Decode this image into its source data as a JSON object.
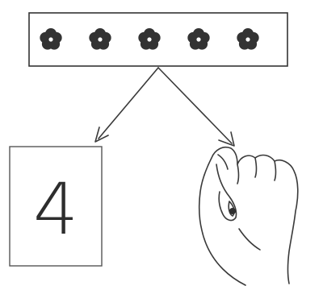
{
  "flower_strip": {
    "flower_count": 5,
    "flower_icon": "flower-icon"
  },
  "number_card": {
    "numeral": "4"
  },
  "hand": {
    "icon": "fist-hand-icon",
    "fingers_shown": 0
  },
  "arrows": {
    "count": 2,
    "targets": [
      "number-card",
      "hand"
    ]
  },
  "colors": {
    "ink": "#333333",
    "paper": "#ffffff"
  }
}
